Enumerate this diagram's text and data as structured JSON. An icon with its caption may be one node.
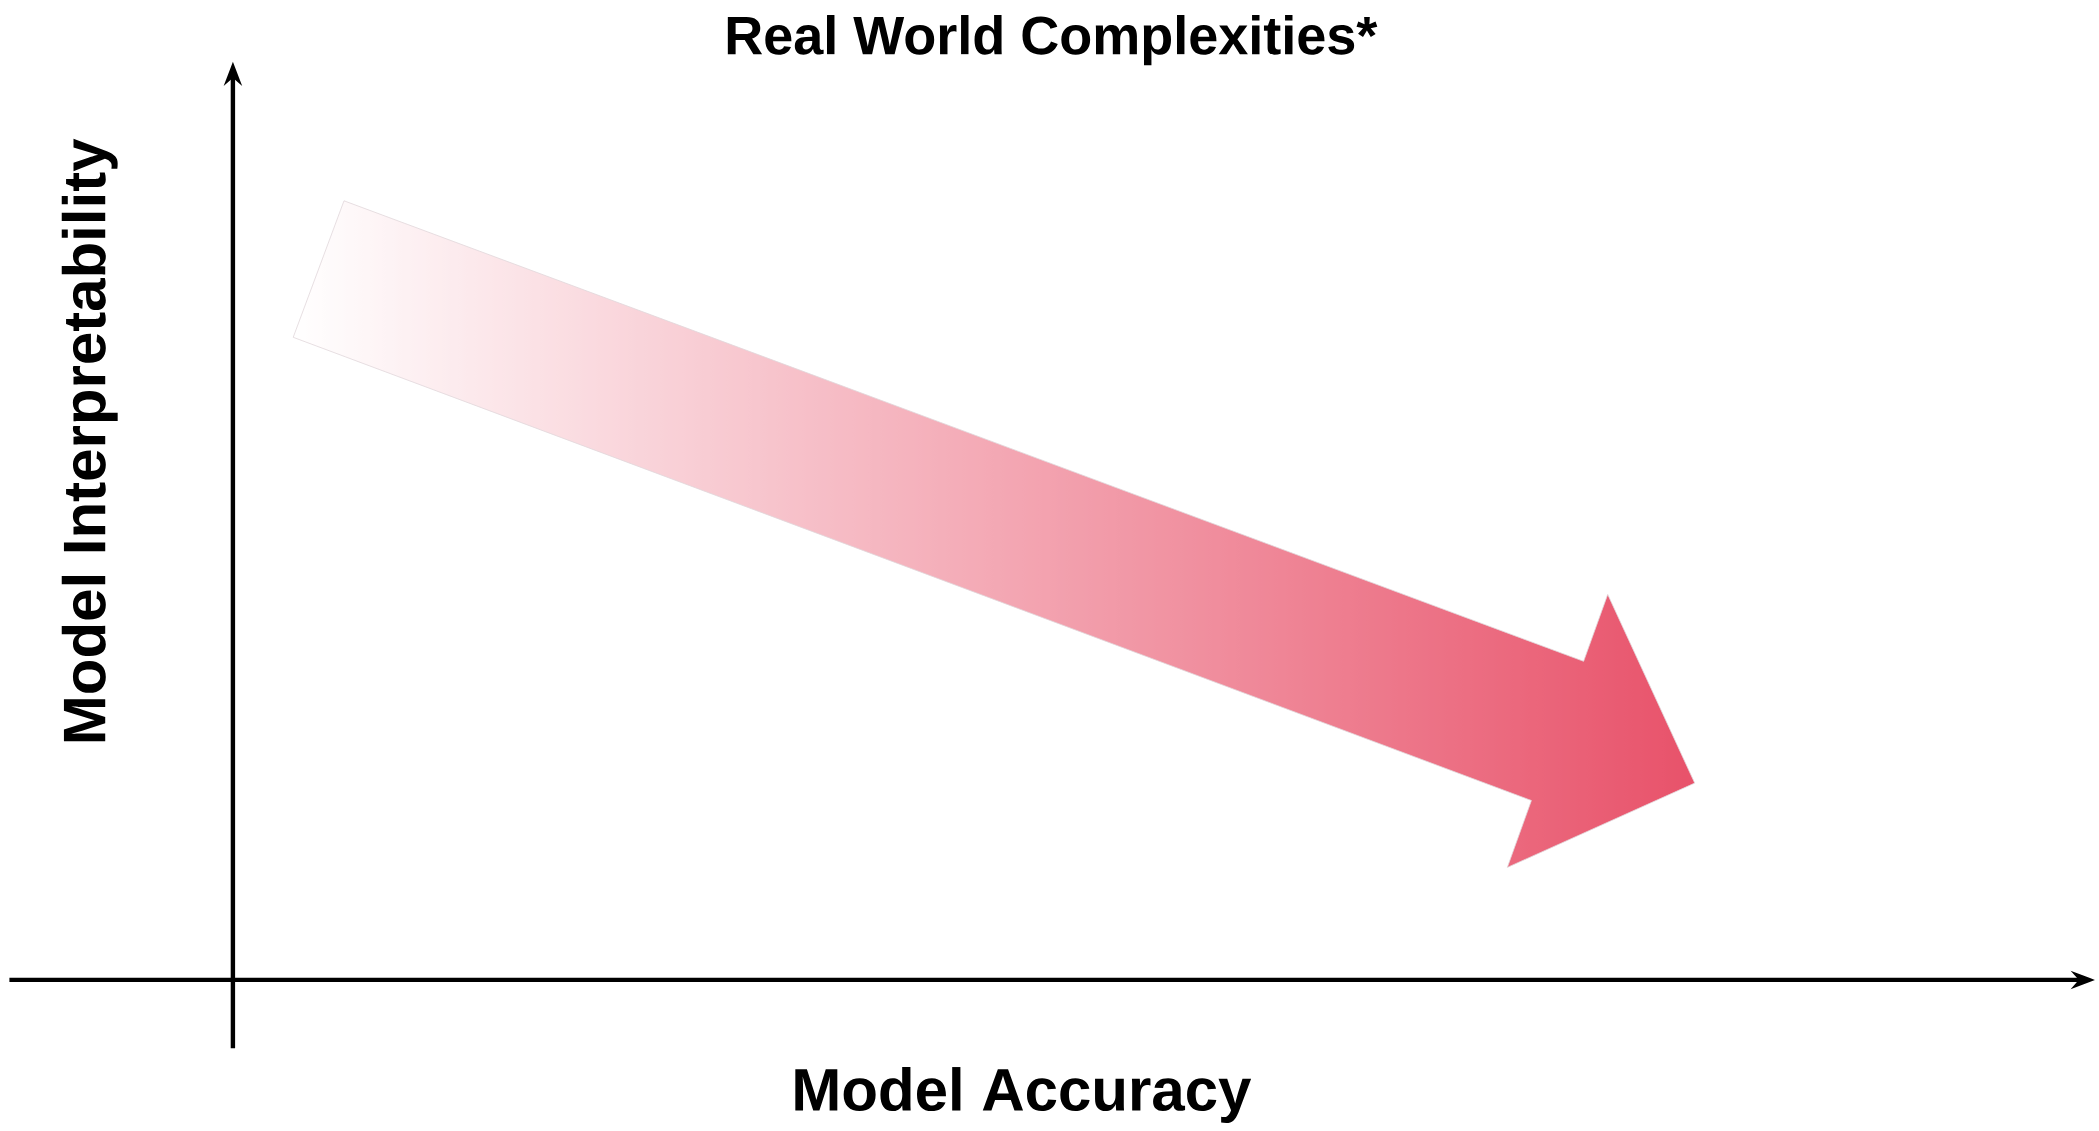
{
  "diagram": {
    "title": "Real World Complexities*",
    "labels": [
      "Model Interpretability",
      "Model Accuracy"
    ]
  }
}
